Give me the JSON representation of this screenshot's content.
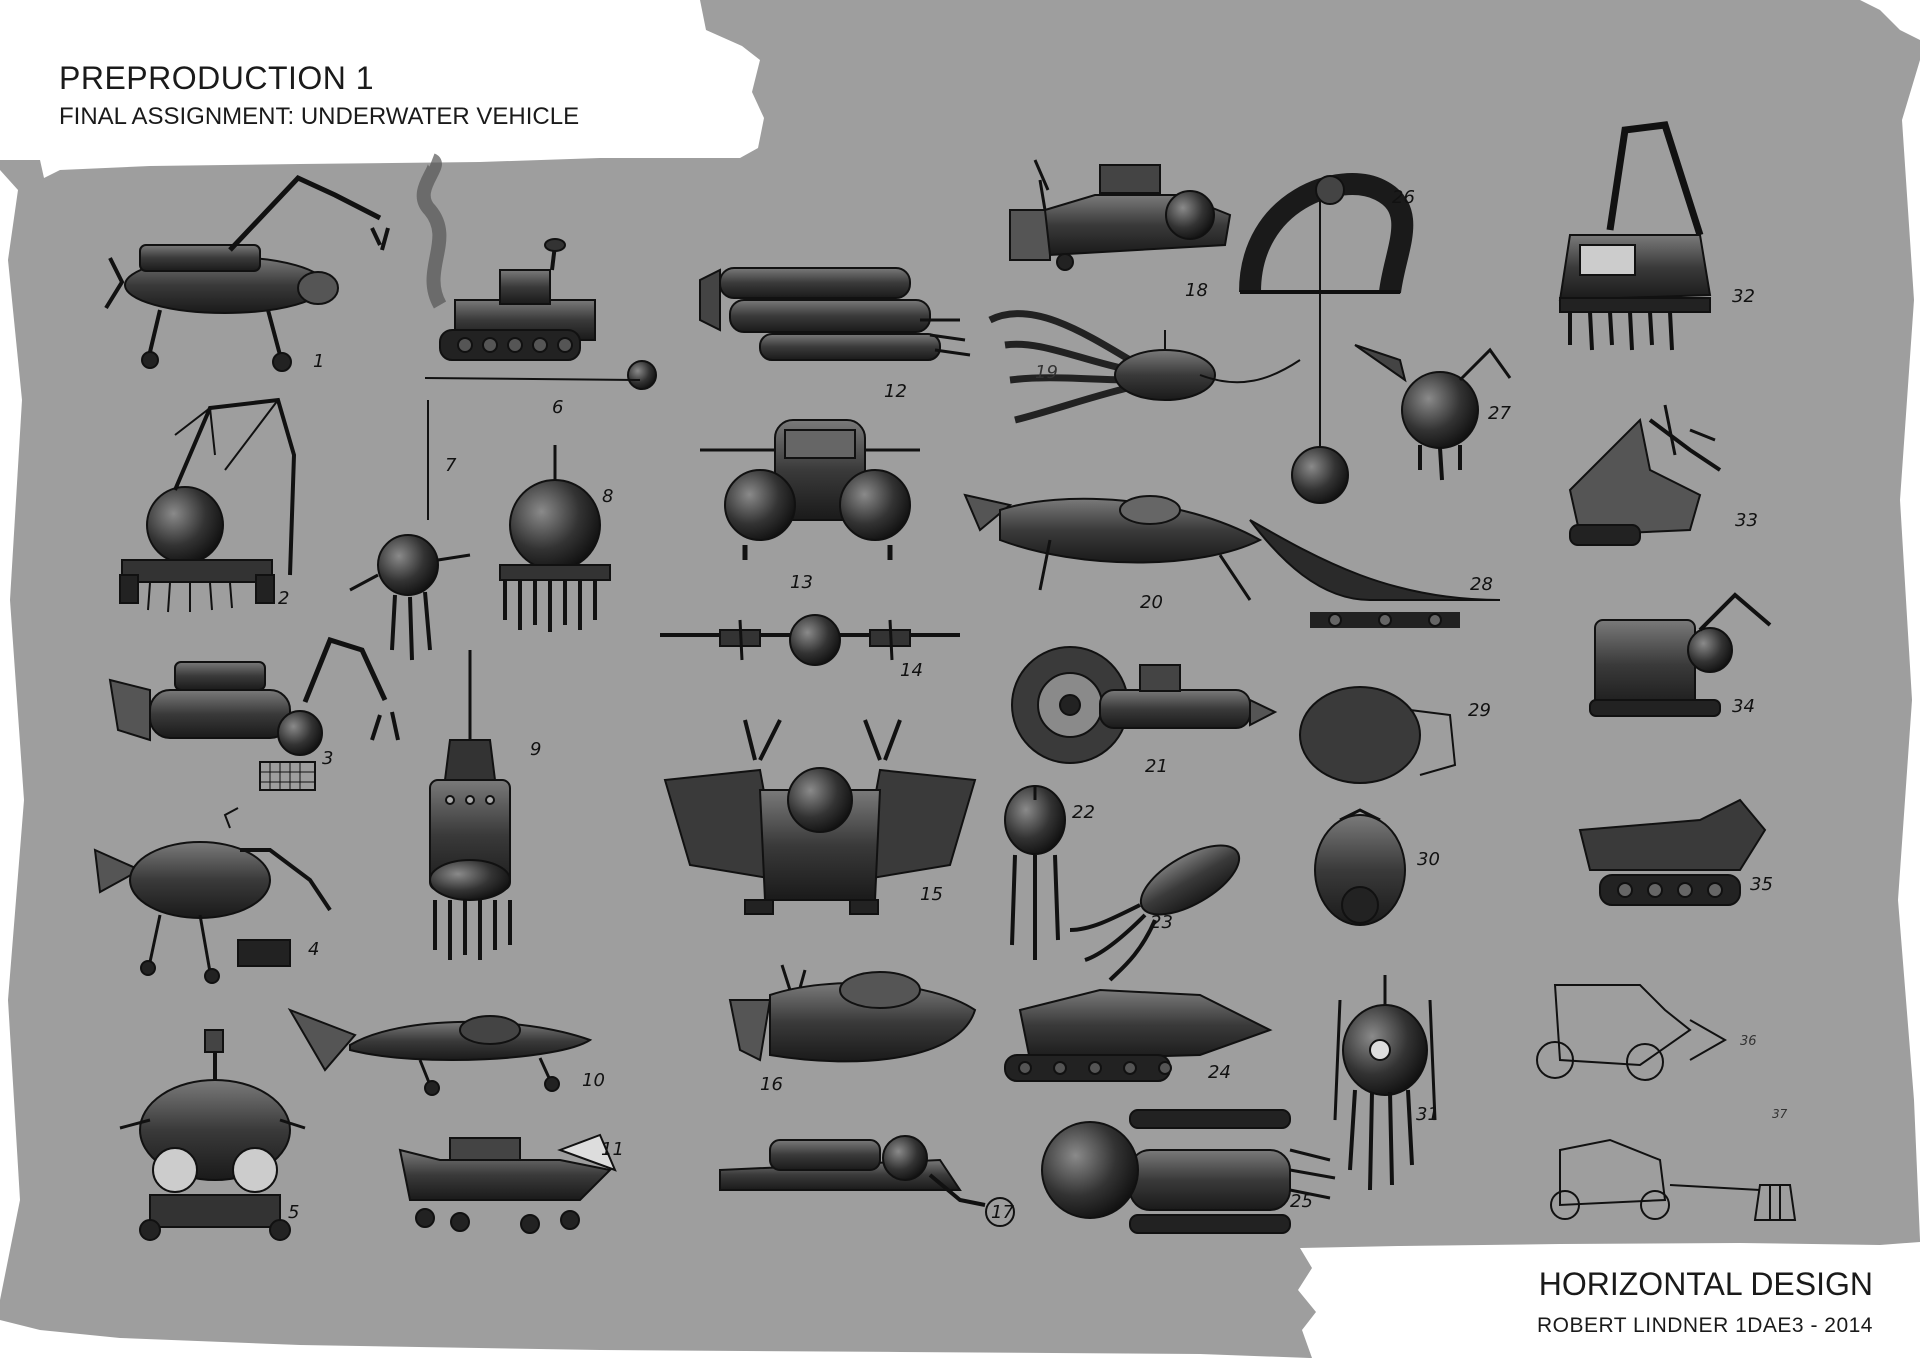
{
  "header": {
    "title": "PREPRODUCTION 1",
    "subtitle": "FINAL ASSIGNMENT: UNDERWATER VEHICLE"
  },
  "footer": {
    "design_type": "HORIZONTAL DESIGN",
    "credit": "ROBERT LINDNER 1DAE3  - 2014"
  },
  "colors": {
    "background": "#9e9e9e",
    "paper": "#ffffff",
    "sketch_dark": "#1c1c1c",
    "sketch_mid": "#3c3c3c",
    "sketch_light": "#6e6e6e"
  },
  "sketches": [
    {
      "label": "1"
    },
    {
      "label": "2"
    },
    {
      "label": "3"
    },
    {
      "label": "4"
    },
    {
      "label": "5"
    },
    {
      "label": "6"
    },
    {
      "label": "7"
    },
    {
      "label": "8"
    },
    {
      "label": "9"
    },
    {
      "label": "10"
    },
    {
      "label": "11"
    },
    {
      "label": "12"
    },
    {
      "label": "13"
    },
    {
      "label": "14"
    },
    {
      "label": "15"
    },
    {
      "label": "16"
    },
    {
      "label": "17"
    },
    {
      "label": "18"
    },
    {
      "label": "19"
    },
    {
      "label": "20"
    },
    {
      "label": "21"
    },
    {
      "label": "22"
    },
    {
      "label": "23"
    },
    {
      "label": "24"
    },
    {
      "label": "25"
    },
    {
      "label": "26"
    },
    {
      "label": "27"
    },
    {
      "label": "28"
    },
    {
      "label": "29"
    },
    {
      "label": "30"
    },
    {
      "label": "31"
    },
    {
      "label": "32"
    },
    {
      "label": "33"
    },
    {
      "label": "34"
    },
    {
      "label": "35"
    },
    {
      "label": "36"
    },
    {
      "label": "37"
    }
  ]
}
